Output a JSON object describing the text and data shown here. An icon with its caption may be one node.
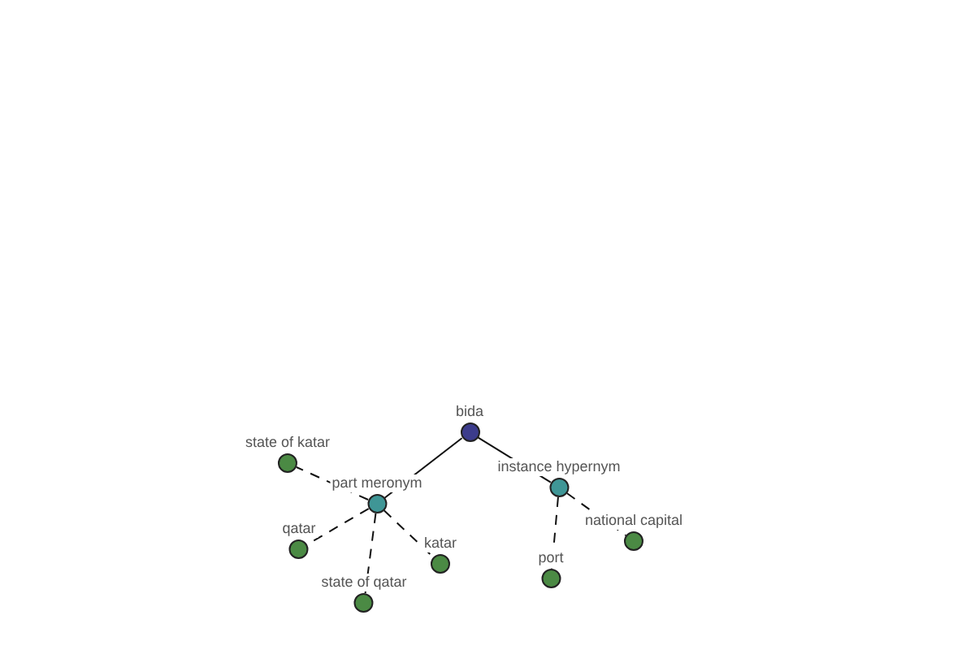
{
  "diagram": {
    "nodes": [
      {
        "text": [
          "bida"
        ]
      },
      {
        "text": [
          "part meronym"
        ]
      },
      {
        "text": [
          "instance hypernym"
        ]
      },
      {
        "text": [
          "state of katar"
        ]
      },
      {
        "text": [
          "qatar"
        ]
      },
      {
        "text": [
          "state of qatar"
        ]
      },
      {
        "text": [
          "katar"
        ]
      },
      {
        "text": [
          "port"
        ]
      },
      {
        "text": [
          "national capital"
        ]
      }
    ],
    "edges": [
      {
        "from": 0,
        "to": 1,
        "arrow": "none"
      },
      {
        "from": 0,
        "to": 2,
        "arrow": "none"
      },
      {
        "from": 1,
        "to": 3,
        "arrow": "none",
        "style": "dashed"
      },
      {
        "from": 1,
        "to": 4,
        "arrow": "none",
        "style": "dashed"
      },
      {
        "from": 1,
        "to": 5,
        "arrow": "none",
        "style": "dashed"
      },
      {
        "from": 1,
        "to": 6,
        "arrow": "none",
        "style": "dashed"
      },
      {
        "from": 2,
        "to": 7,
        "arrow": "none",
        "style": "dashed"
      },
      {
        "from": 2,
        "to": 8,
        "arrow": "none",
        "style": "dashed"
      }
    ]
  }
}
